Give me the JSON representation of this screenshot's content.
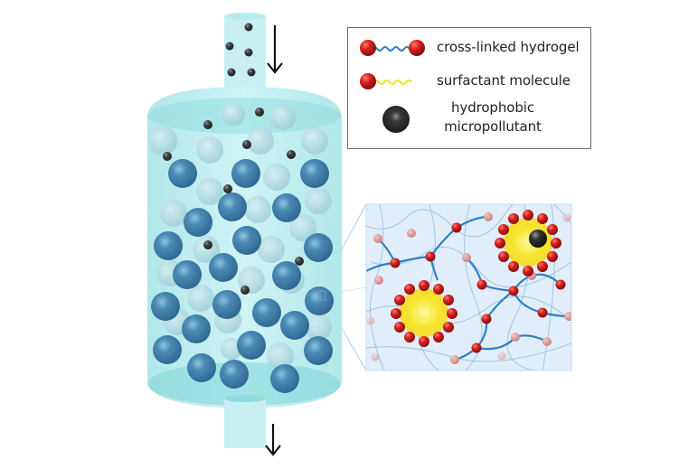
{
  "legend": {
    "items": [
      {
        "id": "cross-linked-hydrogel",
        "label": "cross-linked hydrogel",
        "icon": "two-red-beads-blue-chain",
        "colors": {
          "bead": "#c8191b",
          "chain": "#2f7fc4"
        }
      },
      {
        "id": "surfactant-molecule",
        "label": "surfactant molecule",
        "icon": "red-bead-yellow-tail",
        "colors": {
          "bead": "#c8191b",
          "tail": "#f2e12c"
        }
      },
      {
        "id": "hydrophobic-micropollutant",
        "label_line1": "hydrophobic",
        "label_line2": "micropollutant",
        "icon": "black-sphere",
        "colors": {
          "sphere": "#2b2b2b"
        }
      }
    ]
  },
  "column": {
    "inlet_arrow": "down-arrow",
    "outlet_arrow": "down-arrow",
    "colors": {
      "body": "#bfeff0",
      "rim": "#9fe3e5",
      "bead_dark": "#3d7ea8",
      "bead_light": "#a8d6dc",
      "pollutant": "#3a3d3d"
    }
  },
  "inset": {
    "description": "magnified view of hydrogel bead with surfactant micelles capturing micropollutant",
    "colors": {
      "background": "#e1eefa",
      "network": "#2f7fc4",
      "crosslink": "#c8191b",
      "micelle_core": "#f7ec35"
    }
  }
}
